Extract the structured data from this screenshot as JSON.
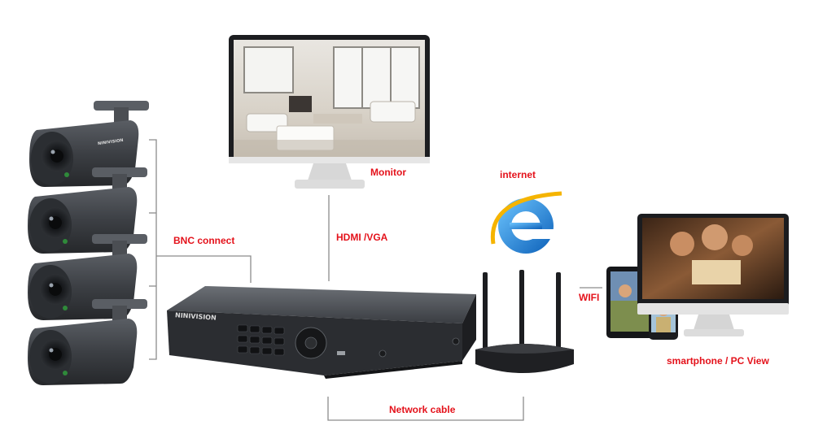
{
  "labels": {
    "monitor": "Monitor",
    "hdmi_vga": "HDMI /VGA",
    "internet": "internet",
    "bnc_connect": "BNC connect",
    "wifi": "WIFI",
    "network_cable": "Network cable",
    "smartphone_pc_view": "smartphone / PC View"
  },
  "brand": {
    "dvr_logo": "NINIVISION",
    "camera_logo": "NINIVISION"
  },
  "colors": {
    "label": "#e4121b",
    "connector_line": "#8c8c8c",
    "device_body": "#3a3d42",
    "ie_icon": "#1e78d2"
  },
  "icons": [
    "camera-icon",
    "monitor-icon",
    "dvr-icon",
    "router-icon",
    "internet-explorer-icon",
    "tablet-icon",
    "smartphone-icon",
    "pc-monitor-icon"
  ]
}
